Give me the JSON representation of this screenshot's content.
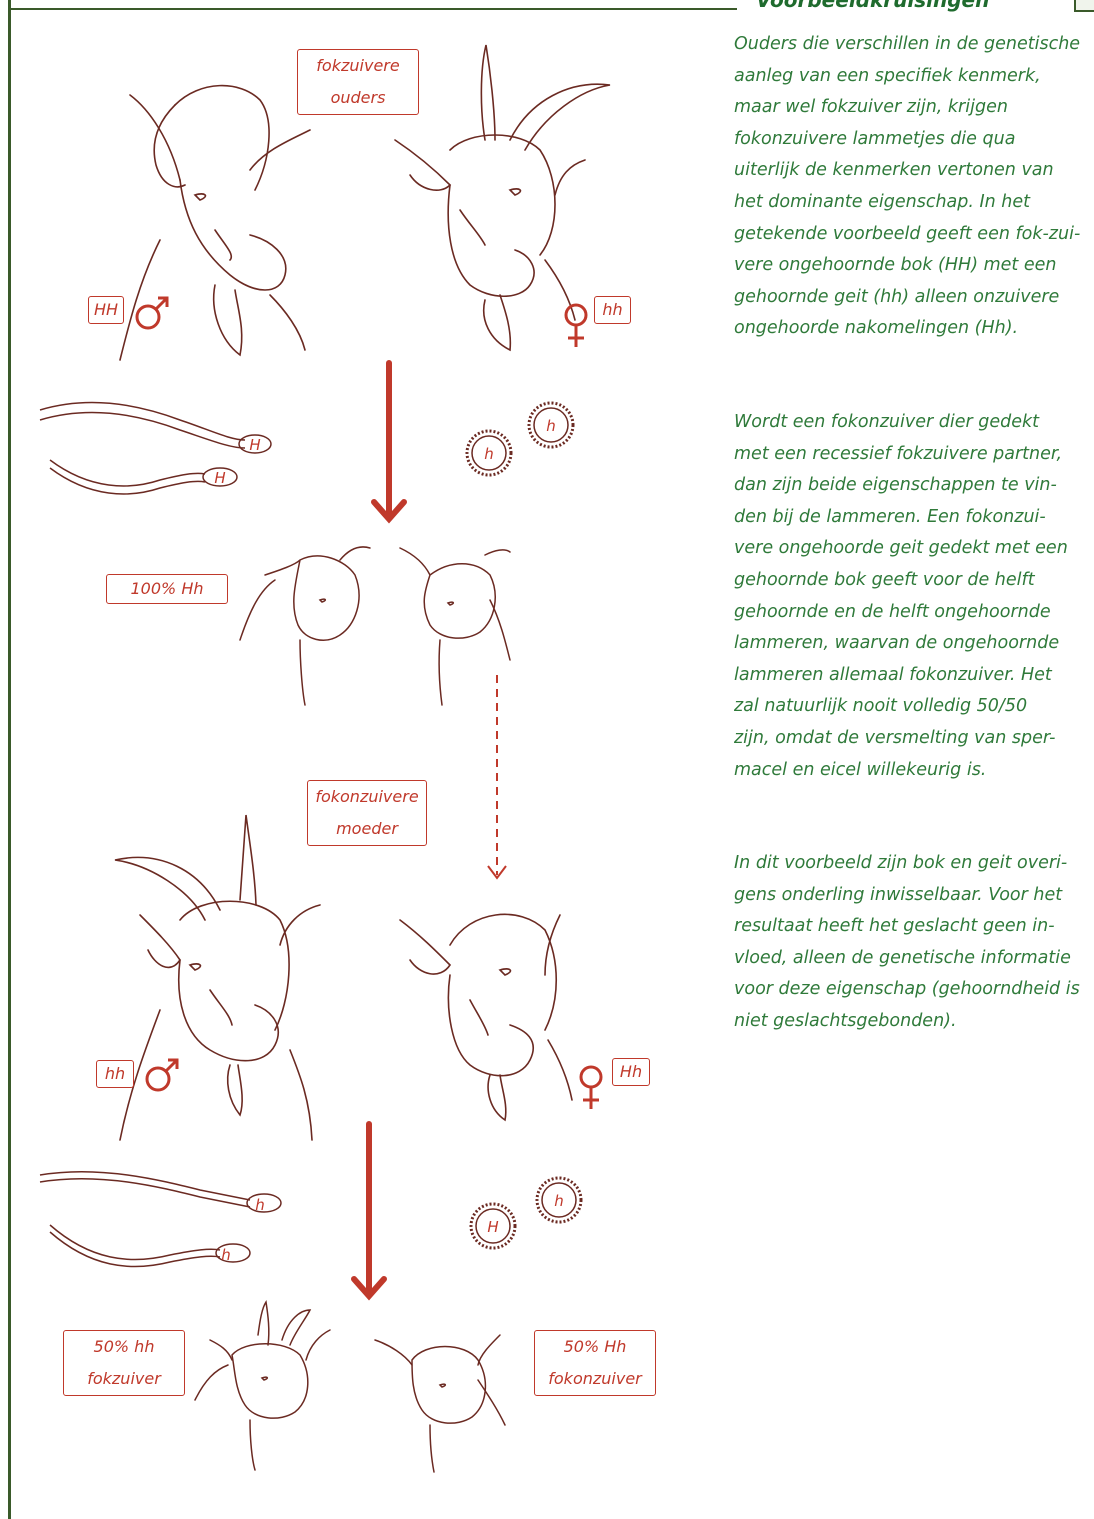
{
  "page": {
    "heading": "Voorbeeldkruisingen",
    "paragraphs": [
      {
        "lines": [
          "Ouders die verschillen in de genetische",
          "aanleg van een specifiek kenmerk,",
          "maar wel fokzuiver zijn, krijgen",
          "fokonzuivere lammetjes die qua",
          "uiterlijk de kenmerken vertonen van",
          "het dominante eigenschap. In het",
          "getekende voorbeeld geeft een fok-zui-",
          "vere ongehoornde bok (HH) met een",
          "gehoornde geit (hh) alleen onzuivere",
          "ongehoorde nakomelingen (Hh)."
        ]
      },
      {
        "lines": [
          "Wordt een fokonzuiver dier gedekt",
          "met een recessief fokzuivere partner,",
          "dan zijn beide eigenschappen te vin-",
          "den bij de lammeren. Een fokonzui-",
          "vere ongehoorde geit gedekt met een",
          "gehoornde bok geeft voor de helft",
          "gehoornde en de helft ongehoornde",
          "lammeren, waarvan de ongehoornde",
          "lammeren allemaal fokonzuiver. Het",
          "zal natuurlijk nooit volledig 50/50",
          "zijn, omdat de versmelting van sper-",
          "macel en eicel willekeurig is."
        ]
      },
      {
        "lines": [
          "In dit voorbeeld zijn bok en geit overi-",
          "gens onderling inwisselbaar. Voor het",
          "resultaat heeft het geslacht geen in-",
          "vloed, alleen de genetische informatie",
          "voor deze eigenschap (gehoorndheid is",
          "niet geslachtsgebonden)."
        ]
      }
    ]
  },
  "diagram": {
    "cross1": {
      "parents_label": [
        "fokzuivere",
        "ouders"
      ],
      "male_genotype": "HH",
      "female_genotype": "hh",
      "sperm_alleles": [
        "H",
        "H"
      ],
      "egg_alleles": [
        "h",
        "h"
      ],
      "offspring_label": "100% Hh"
    },
    "cross2": {
      "mother_label": [
        "fokonzuivere",
        "moeder"
      ],
      "male_genotype": "hh",
      "female_genotype": "Hh",
      "sperm_alleles": [
        "h",
        "h"
      ],
      "egg_alleles": [
        "H",
        "h"
      ],
      "offspring_left_label": [
        "50% hh",
        "fokzuiver"
      ],
      "offspring_right_label": [
        "50% Hh",
        "fokonzuiver"
      ]
    },
    "colors": {
      "accent": "#c0392b",
      "line": "#6b2a22",
      "text": "#2f7a3a",
      "heading": "#1f6b2e"
    }
  }
}
